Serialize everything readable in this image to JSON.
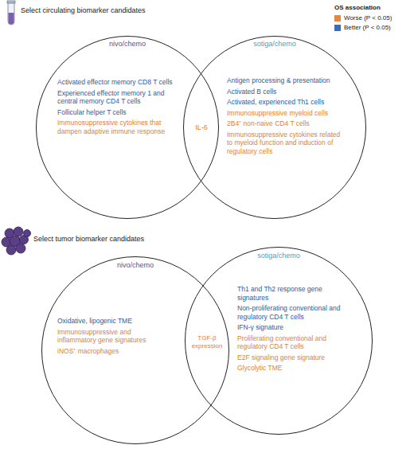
{
  "diagram": {
    "nodes": [
      {
        "text": [
          "nivo/chemo",
          "Activated effector memory CD8 T cells",
          "Experienced effector memory 1 and central memory CD4 T cells",
          "Follicular helper T cells",
          "Immunosuppressive cytokines that dampen adaptive immune response"
        ]
      },
      {
        "text": [
          "sotiga/chemo",
          "Antigen processing & presentation",
          "Activated B cells",
          "Activated, experienced Th1 cells",
          "Immunosuppressive myeloid cells",
          "2B4⁺ non-naive CD4 T cells",
          "Immunosuppressive cytokines related to myeloid function and induction of regulatory cells"
        ]
      },
      {
        "text": [
          "nivo/chemo",
          "Oxidative, lipogenic TME",
          "Immunosuppressive and inflammatory gene signatures",
          "iNOS⁺ macrophages"
        ]
      },
      {
        "text": [
          "sotiga/chemo",
          "Th1 and Th2 response gene signatures",
          "Non-proliferating conventional and regulatory CD4 T cells",
          "IFN-γ signature",
          "Proliferating conventional and regulatory CD4 T cells",
          "E2F signaling gene signature",
          "Glycolytic TME"
        ]
      }
    ],
    "labels": [
      "Select circulating biomarker candidates",
      "OS association",
      "IL-6",
      "Select tumor biomarker candidates",
      "TGF-β expression"
    ],
    "legend": [
      {
        "text": "Worse (P < 0.05)",
        "color": "#e8873a"
      },
      {
        "text": "Better (P < 0.05)",
        "color": "#3a6db5"
      }
    ]
  }
}
